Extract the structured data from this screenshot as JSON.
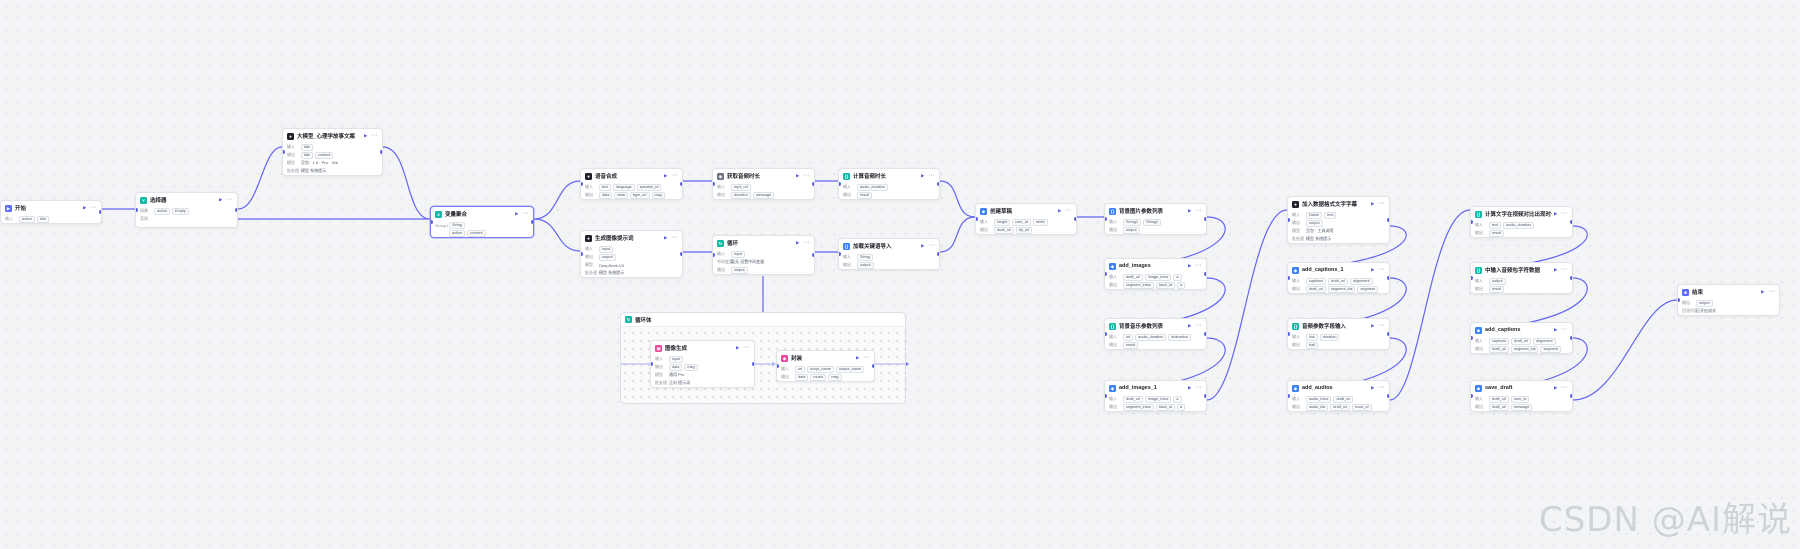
{
  "colors": {
    "wire": "#6366f1",
    "start": "#5b6cff",
    "llm": "#1f2329",
    "plugin": "#3b82f6",
    "code": "#14b8a6",
    "loop": "#14b8a6",
    "image": "#ec4899",
    "end": "#5b6cff"
  },
  "nodes": {
    "start": {
      "icon": "start-icon",
      "title": "开始",
      "rows": [
        {
          "label": "输入",
          "chips": [
            "action",
            "title"
          ]
        }
      ]
    },
    "select": {
      "icon": "condition-icon",
      "title": "选择器",
      "rows": [
        {
          "label": "如果",
          "chips": [
            "action",
            "Empty"
          ]
        },
        {
          "label": "否则",
          "chips": []
        }
      ]
    },
    "llm_story": {
      "icon": "llm-icon",
      "title": "大模型_心理学故事文案",
      "rows": [
        {
          "label": "输入",
          "chips": [
            "title"
          ]
        },
        {
          "label": "输出",
          "chips": [
            "title",
            "content"
          ]
        },
        {
          "label": "模型",
          "text": "豆包 · 1.5 · Pro · 32k"
        },
        {
          "label": "批处理",
          "text": "模型 系统提示"
        }
      ]
    },
    "var_merge": {
      "icon": "variable-icon",
      "title": "变量聚合",
      "rows": [
        {
          "label": "Group1",
          "chips": [
            "String"
          ]
        },
        {
          "label": "",
          "chips": [
            "action",
            "content"
          ]
        }
      ]
    },
    "tts": {
      "icon": "audio-icon",
      "title": "语音合成",
      "rows": [
        {
          "label": "输入",
          "chips": [
            "text",
            "language",
            "speaker_id"
          ]
        },
        {
          "label": "输出",
          "chips": [
            "data",
            "data",
            "bgm_url",
            "msg"
          ]
        }
      ]
    },
    "llm_img": {
      "icon": "llm-icon",
      "title": "生成图像提示词",
      "rows": [
        {
          "label": "输入",
          "chips": [
            "input"
          ]
        },
        {
          "label": "输出",
          "chips": [
            "output"
          ]
        },
        {
          "label": "模型",
          "text": "DeepSeek-V3"
        },
        {
          "label": "批处理",
          "text": "模型 系统提示"
        }
      ]
    },
    "audio_dur": {
      "icon": "plugin-icon",
      "title": "获取音频时长",
      "rows": [
        {
          "label": "输入",
          "chips": [
            "mp3_url"
          ]
        },
        {
          "label": "输出",
          "chips": [
            "duration",
            "message"
          ]
        }
      ]
    },
    "loop": {
      "icon": "loop-icon",
      "title": "循环",
      "rows": [
        {
          "label": "输入",
          "chips": [
            "input"
          ]
        },
        {
          "label": "中间变量",
          "text": "暂无 设置中间变量"
        },
        {
          "label": "输出",
          "chips": [
            "output"
          ]
        }
      ]
    },
    "calc_dur": {
      "icon": "code-icon",
      "title": "计算音频时长",
      "rows": [
        {
          "label": "输入",
          "chips": [
            "audio_duration"
          ]
        },
        {
          "label": "输出",
          "chips": [
            "result"
          ]
        }
      ]
    },
    "kw_import": {
      "icon": "code-icon",
      "title": "加载关键语导入",
      "rows": [
        {
          "label": "输入",
          "chips": [
            "String"
          ]
        },
        {
          "label": "输出",
          "chips": [
            "output"
          ]
        }
      ]
    },
    "create_draft": {
      "icon": "plugin-icon",
      "title": "创建草稿",
      "rows": [
        {
          "label": "输入",
          "chips": [
            "height",
            "user_id",
            "width"
          ]
        },
        {
          "label": "输出",
          "chips": [
            "draft_url",
            "tip_url"
          ]
        }
      ]
    },
    "img_list": {
      "icon": "code-icon",
      "title": "背景图片参数列表",
      "rows": [
        {
          "label": "输入",
          "chips": [
            "String1",
            "String2"
          ]
        },
        {
          "label": "输出",
          "chips": [
            "output"
          ]
        }
      ]
    },
    "add_images": {
      "icon": "plugin-icon",
      "title": "add_images",
      "rows": [
        {
          "label": "输入",
          "chips": [
            "draft_url",
            "image_infos",
            "a"
          ]
        },
        {
          "label": "输出",
          "chips": [
            "segment_infos",
            "track_id",
            "a"
          ]
        }
      ]
    },
    "bg_music": {
      "icon": "code-icon",
      "title": "背景音乐参数列表",
      "rows": [
        {
          "label": "输入",
          "chips": [
            "url",
            "audio_duration",
            "animation"
          ]
        },
        {
          "label": "输出",
          "chips": [
            "result"
          ]
        }
      ]
    },
    "add_images_1": {
      "icon": "plugin-icon",
      "title": "add_images_1",
      "rows": [
        {
          "label": "输入",
          "chips": [
            "draft_url",
            "image_infos",
            "a"
          ]
        },
        {
          "label": "输出",
          "chips": [
            "segment_infos",
            "track_id",
            "a"
          ]
        }
      ]
    },
    "llm_title": {
      "icon": "llm-icon",
      "title": "加入数据格式文字字幕",
      "rows": [
        {
          "label": "输入",
          "chips": [
            "Name",
            "end"
          ]
        },
        {
          "label": "输出",
          "chips": [
            "output"
          ]
        },
        {
          "label": "模型",
          "text": "豆包 · 工具调用"
        },
        {
          "label": "批处理",
          "text": "模型 系统提示"
        }
      ]
    },
    "add_captions_1": {
      "icon": "plugin-icon",
      "title": "add_captions_1",
      "rows": [
        {
          "label": "输入",
          "chips": [
            "captions",
            "draft_url",
            "alignment"
          ]
        },
        {
          "label": "输出",
          "chips": [
            "draft_url",
            "segment_ids",
            "segment"
          ]
        }
      ]
    },
    "music_import": {
      "icon": "code-icon",
      "title": "音频参数字段输入",
      "rows": [
        {
          "label": "输入",
          "chips": [
            "link",
            "duration"
          ]
        },
        {
          "label": "输出",
          "chips": [
            "trail"
          ]
        }
      ]
    },
    "add_audios": {
      "icon": "plugin-icon",
      "title": "add_audios",
      "rows": [
        {
          "label": "输入",
          "chips": [
            "audio_infos",
            "draft_url"
          ]
        },
        {
          "label": "输出",
          "chips": [
            "audio_ids",
            "draft_url",
            "track_id"
          ]
        }
      ]
    },
    "calc_text": {
      "icon": "code-icon",
      "title": "计算文字在视频对比出现时长",
      "rows": [
        {
          "label": "输入",
          "chips": [
            "text",
            "audio_duration"
          ]
        },
        {
          "label": "输出",
          "chips": [
            "result"
          ]
        }
      ]
    },
    "mid_caption": {
      "icon": "code-icon",
      "title": "中输入音频包字符数据",
      "rows": [
        {
          "label": "输入",
          "chips": [
            "output"
          ]
        },
        {
          "label": "输出",
          "chips": [
            "result"
          ]
        }
      ]
    },
    "add_captions": {
      "icon": "plugin-icon",
      "title": "add_captions",
      "rows": [
        {
          "label": "输入",
          "chips": [
            "captions",
            "draft_url",
            "alignment"
          ]
        },
        {
          "label": "输出",
          "chips": [
            "draft_url",
            "segment_ids",
            "segment"
          ]
        }
      ]
    },
    "save_draft": {
      "icon": "plugin-icon",
      "title": "save_draft",
      "rows": [
        {
          "label": "输入",
          "chips": [
            "draft_url",
            "user_id"
          ]
        },
        {
          "label": "输出",
          "chips": [
            "draft_url",
            "message"
          ]
        }
      ]
    },
    "end": {
      "icon": "end-icon",
      "title": "结束",
      "rows": [
        {
          "label": "输出",
          "chips": [
            "output"
          ]
        },
        {
          "label": "回答内容",
          "text": "已开启流式"
        }
      ]
    },
    "img_gen": {
      "icon": "image-icon",
      "title": "图像生成",
      "rows": [
        {
          "label": "输入",
          "chips": [
            "input"
          ]
        },
        {
          "label": "输出",
          "chips": [
            "data",
            "msg"
          ]
        },
        {
          "label": "模型",
          "text": "通用 Pro"
        },
        {
          "label": "批处理",
          "text": "正向 提示词"
        }
      ]
    },
    "paste": {
      "icon": "plugin-icon",
      "title": "封装",
      "rows": [
        {
          "label": "输入",
          "chips": [
            "url",
            "script_name",
            "output_name"
          ]
        },
        {
          "label": "输出",
          "chips": [
            "data",
            "music",
            "msg"
          ]
        }
      ]
    }
  },
  "group": {
    "icon": "loop-body-icon",
    "title": "循环体"
  },
  "watermark": "CSDN @AI解说"
}
